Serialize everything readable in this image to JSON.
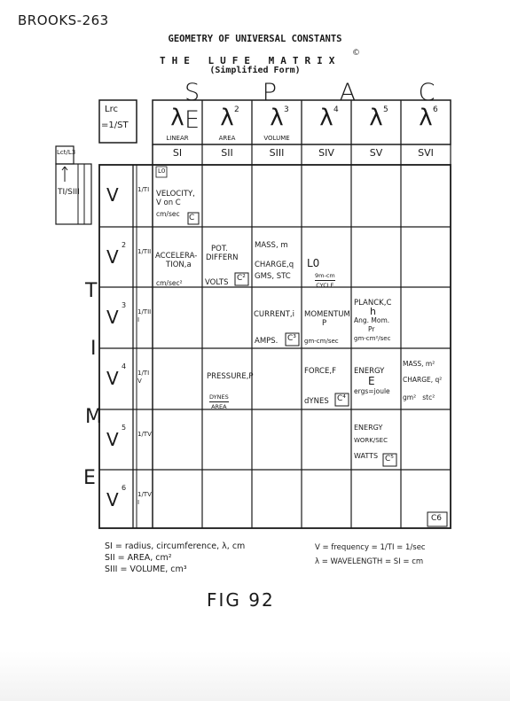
{
  "page_label": "BROOKS-263",
  "title": "GEOMETRY OF UNIVERSAL CONSTANTS",
  "subtitle": "THE LUFE MATRIX",
  "subtitle2": "(Simplified Form)",
  "copyright": "©",
  "space_word": "S P A C E",
  "time_letters": [
    "T",
    "I",
    "M",
    "E"
  ],
  "lrc_top": "Lrc",
  "lrc_frac": "=1/ST",
  "lct_label": "Lct/L3",
  "time_ratio": "TI/SIII",
  "lambdas": [
    {
      "sym": "λ",
      "exp": "",
      "label": "LINEAR"
    },
    {
      "sym": "λ",
      "exp": "2",
      "label": "AREA"
    },
    {
      "sym": "λ",
      "exp": "3",
      "label": "VOLUME"
    },
    {
      "sym": "λ",
      "exp": "4",
      "label": ""
    },
    {
      "sym": "λ",
      "exp": "5",
      "label": ""
    },
    {
      "sym": "λ",
      "exp": "6",
      "label": ""
    }
  ],
  "space_cols": [
    "SI",
    "SII",
    "SIII",
    "SIV",
    "SV",
    "SVI"
  ],
  "rows": [
    {
      "v": "V",
      "vexp": "",
      "t": "1/TI"
    },
    {
      "v": "V",
      "vexp": "2",
      "t": "1/TII"
    },
    {
      "v": "V",
      "vexp": "3",
      "t": "1/TIII"
    },
    {
      "v": "V",
      "vexp": "4",
      "t": "1/TIV"
    },
    {
      "v": "V",
      "vexp": "5",
      "t": "1/TV"
    },
    {
      "v": "V",
      "vexp": "6",
      "t": "1/TVI"
    }
  ],
  "cells": {
    "corner": "L0",
    "r1c1": {
      "l1": "VELOCITY,",
      "l2": "V on C",
      "l3": "cm/sec",
      "box": "C"
    },
    "r2c1": {
      "l1": "ACCELERA-",
      "l2": "TION,a",
      "l3": "cm/sec²"
    },
    "r2c2": {
      "l1": "POT.",
      "l2": "DIFFERN",
      "l3": "VOLTS",
      "box": "C²"
    },
    "r2c3": {
      "l1": "MASS, m",
      "l2": "CHARGE,q",
      "l3": "GMS, STC"
    },
    "r2c4": {
      "l1": "L0",
      "l2": "9m-cm",
      "l3": "CYCLE"
    },
    "r3c3": {
      "l1": "CURRENT,i",
      "l3": "AMPS.",
      "box": "C³"
    },
    "r3c4": {
      "l1": "MOMENTUM",
      "l2": "P",
      "l3": "gm-cm/sec"
    },
    "r3c5": {
      "l1": "PLANCK,C",
      "l2": "h",
      "l3": "Ang. Mom.",
      "l4": "Pr",
      "l5": "gm-cm²/sec"
    },
    "r4c2": {
      "l1": "PRESSURE,P",
      "l2": "DYNES",
      "l3": "AREA"
    },
    "r4c4": {
      "l1": "FORCE,F",
      "l3": "dYNES",
      "box": "C⁴"
    },
    "r4c5": {
      "l1": "ENERGY",
      "l2": "E",
      "l3": "ergs=joule"
    },
    "r4c6": {
      "l1": "MASS, m²",
      "l2": "CHARGE, q²",
      "l3": "gm²   stc²"
    },
    "r5c5": {
      "l1": "ENERGY",
      "l2": "WORK/SEC",
      "l3": "WATTS",
      "box": "C⁵"
    },
    "r6c6": "C6"
  },
  "legend_left": [
    "SI = radius, circumference, λ, cm",
    "SII = AREA, cm²",
    "SIII = VOLUME, cm³"
  ],
  "legend_right": [
    "V = frequency = 1/TI = 1/sec",
    "λ = WAVELENGTH = SI = cm"
  ],
  "figure_label": "FIG 92"
}
